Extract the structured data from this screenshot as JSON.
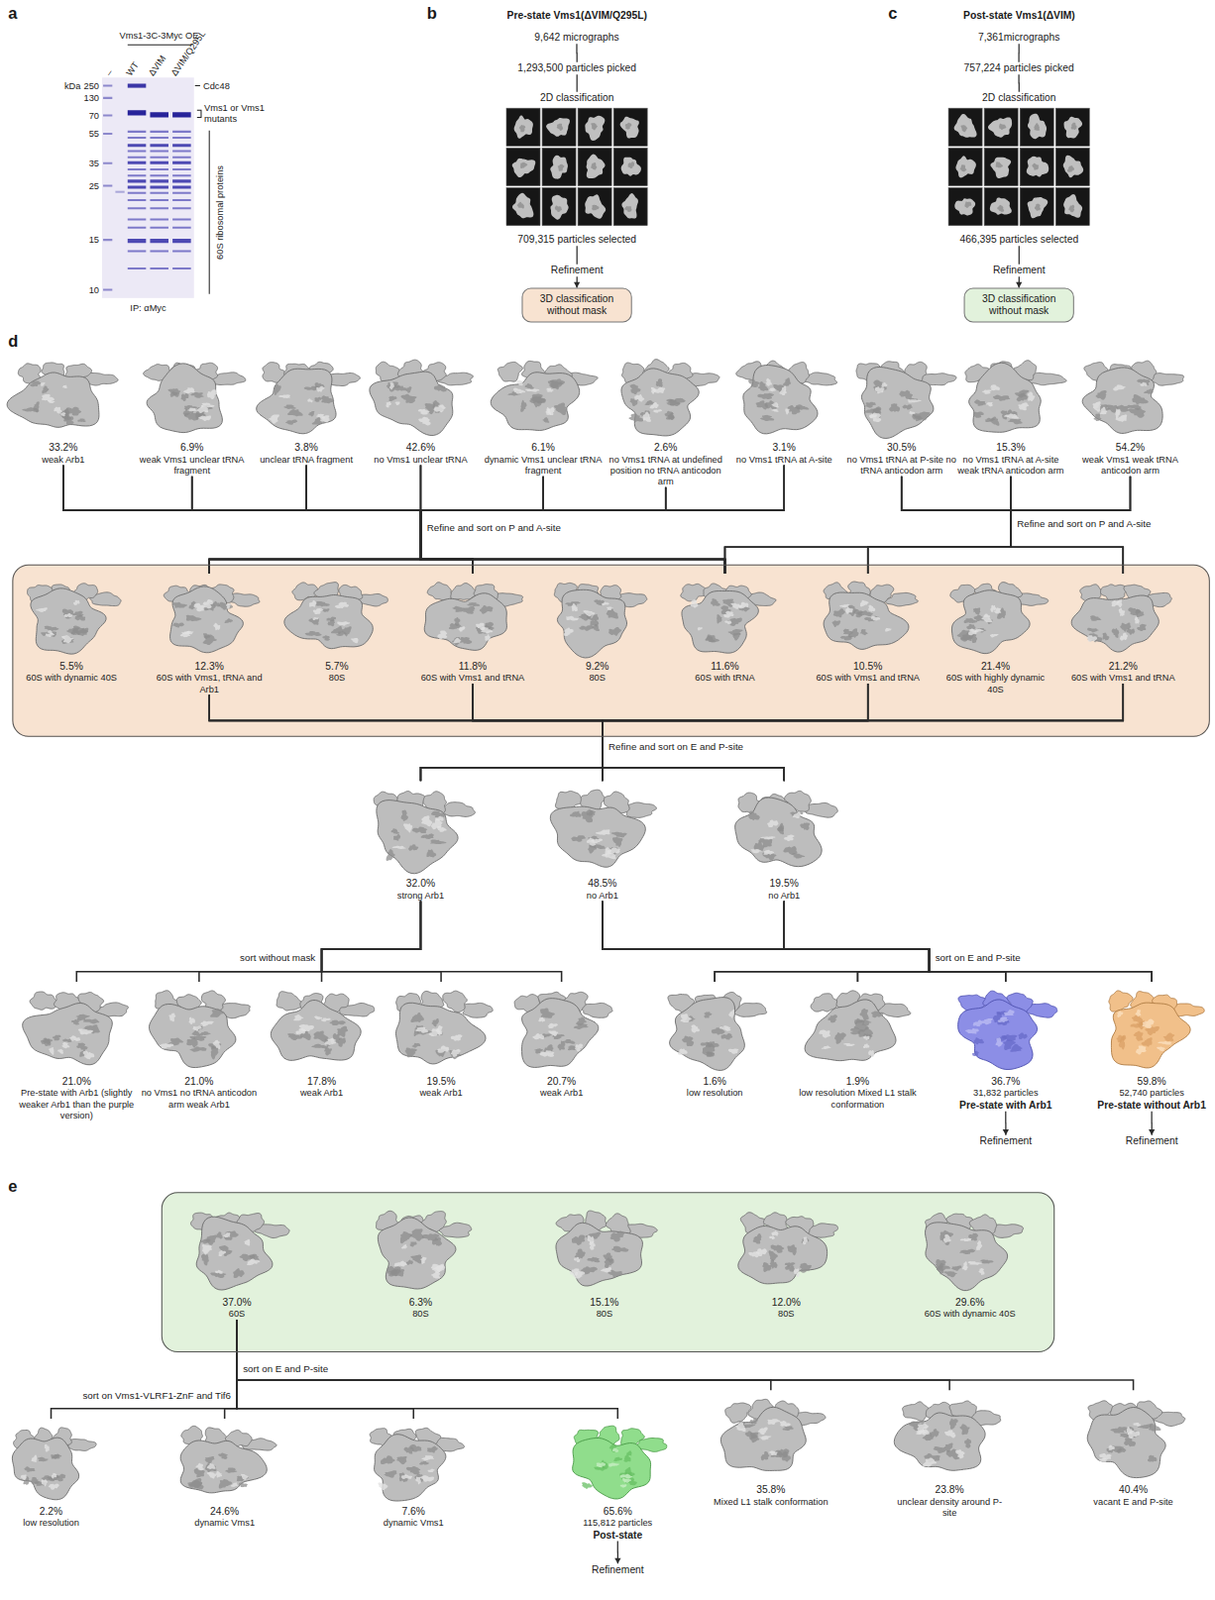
{
  "diagram": {
    "nodes": [
      {
        "text": [
          "9,642 micrographs"
        ]
      },
      {
        "text": [
          "1,293,500 particles picked"
        ]
      },
      {
        "text": [
          "2D classification"
        ]
      },
      {
        "text": [
          "709,315 particles selected"
        ]
      },
      {
        "text": [
          "Refinement"
        ]
      },
      {
        "text": [
          "3D classification without mask"
        ]
      },
      {
        "text": [
          "7,361micrographs"
        ]
      },
      {
        "text": [
          "757,224 particles picked"
        ]
      },
      {
        "text": [
          "2D classification"
        ]
      },
      {
        "text": [
          "466,395 particles selected"
        ]
      },
      {
        "text": [
          "Refinement"
        ]
      },
      {
        "text": [
          "3D classification without mask"
        ]
      },
      {
        "text": [
          "33.2%",
          "weak Arb1"
        ]
      },
      {
        "text": [
          "6.9%",
          "weak Vms1 unclear tRNA fragment"
        ]
      },
      {
        "text": [
          "3.8%",
          "unclear tRNA fragment"
        ]
      },
      {
        "text": [
          "42.6%",
          "no Vms1 unclear tRNA"
        ]
      },
      {
        "text": [
          "6.1%",
          "dynamic Vms1 unclear tRNA fragment"
        ]
      },
      {
        "text": [
          "2.6%",
          "no Vms1 tRNA at undefined position no tRNA anticodon arm"
        ]
      },
      {
        "text": [
          "3.1%",
          "no Vms1 tRNA at A-site"
        ]
      },
      {
        "text": [
          "30.5%",
          "no Vms1 tRNA at P-site no tRNA anticodon arm"
        ]
      },
      {
        "text": [
          "15.3%",
          "no Vms1 tRNA at A-site weak tRNA anticodon arm"
        ]
      },
      {
        "text": [
          "54.2%",
          "weak Vms1 weak tRNA anticodon arm"
        ]
      },
      {
        "text": []
      },
      {
        "text": [
          "5.5%",
          "60S with dynamic 40S"
        ],
        "in": 22
      },
      {
        "text": [
          "12.3%",
          "60S with Vms1, tRNA and Arb1"
        ],
        "in": 22
      },
      {
        "text": [
          "5.7%",
          "80S"
        ],
        "in": 22
      },
      {
        "text": [
          "11.8%",
          "60S with Vms1 and tRNA"
        ],
        "in": 22
      },
      {
        "text": [
          "9.2%",
          "80S"
        ],
        "in": 22
      },
      {
        "text": [
          "11.6%",
          "60S with tRNA"
        ],
        "in": 22
      },
      {
        "text": [
          "10.5%",
          "60S with Vms1 and tRNA"
        ],
        "in": 22
      },
      {
        "text": [
          "21.4%",
          "60S with highly dynamic 40S"
        ],
        "in": 22
      },
      {
        "text": [
          "21.2%",
          "60S with Vms1 and tRNA"
        ],
        "in": 22
      },
      {
        "text": [
          "32.0%",
          "strong Arb1"
        ]
      },
      {
        "text": [
          "48.5%",
          "no Arb1"
        ]
      },
      {
        "text": [
          "19.5%",
          "no Arb1"
        ]
      },
      {
        "text": [
          "21.0%",
          "Pre-state with Arb1 (slightly weaker Arb1 than the purple version)"
        ]
      },
      {
        "text": [
          "21.0%",
          "no Vms1 no tRNA anticodon arm weak Arb1"
        ]
      },
      {
        "text": [
          "17.8%",
          "weak Arb1"
        ]
      },
      {
        "text": [
          "19.5%",
          "weak Arb1"
        ]
      },
      {
        "text": [
          "20.7%",
          "weak Arb1"
        ]
      },
      {
        "text": [
          "1.6%",
          "low resolution"
        ]
      },
      {
        "text": [
          "1.9%",
          "low resolution Mixed L1 stalk conformation"
        ]
      },
      {
        "text": [
          "36.7%",
          "31,832 particles",
          "Pre-state with Arb1"
        ]
      },
      {
        "text": [
          "59.8%",
          "52,740 particles",
          "Pre-state without Arb1"
        ]
      },
      {
        "text": [
          "Refinement"
        ]
      },
      {
        "text": [
          "Refinement"
        ]
      },
      {
        "text": []
      },
      {
        "text": [
          "37.0%",
          "60S"
        ],
        "in": 46
      },
      {
        "text": [
          "6.3%",
          "80S"
        ],
        "in": 46
      },
      {
        "text": [
          "15.1%",
          "80S"
        ],
        "in": 46
      },
      {
        "text": [
          "12.0%",
          "80S"
        ],
        "in": 46
      },
      {
        "text": [
          "29.6%",
          "60S with dynamic 40S"
        ],
        "in": 46
      },
      {
        "text": [
          "2.2%",
          "low resolution"
        ]
      },
      {
        "text": [
          "24.6%",
          "dynamic Vms1"
        ]
      },
      {
        "text": [
          "7.6%",
          "dynamic Vms1"
        ]
      },
      {
        "text": [
          "65.6%",
          "115,812 particles",
          "Post-state"
        ]
      },
      {
        "text": [
          "35.8%",
          "Mixed L1 stalk conformation"
        ]
      },
      {
        "text": [
          "23.8%",
          "unclear density around P-site"
        ]
      },
      {
        "text": [
          "40.4%",
          "vacant E and P-site"
        ]
      },
      {
        "text": [
          "Refinement"
        ]
      }
    ],
    "edges": [
      {
        "from": 0,
        "to": 1,
        "arrow": "none"
      },
      {
        "from": 1,
        "to": 2,
        "arrow": "none"
      },
      {
        "from": 3,
        "to": 4,
        "arrow": "none"
      },
      {
        "from": 4,
        "to": 5,
        "arrow": "to"
      },
      {
        "from": 6,
        "to": 7,
        "arrow": "none"
      },
      {
        "from": 7,
        "to": 8,
        "arrow": "none"
      },
      {
        "from": 9,
        "to": 10,
        "arrow": "none"
      },
      {
        "from": 10,
        "to": 11,
        "arrow": "to"
      },
      {
        "from": 12,
        "to": 24,
        "arrow": "none"
      },
      {
        "from": 12,
        "to": 26,
        "arrow": "none"
      },
      {
        "from": 12,
        "to": 28,
        "arrow": "none"
      },
      {
        "from": 13,
        "to": 24,
        "arrow": "none"
      },
      {
        "from": 13,
        "to": 26,
        "arrow": "none"
      },
      {
        "from": 13,
        "to": 28,
        "arrow": "none"
      },
      {
        "from": 14,
        "to": 24,
        "arrow": "none"
      },
      {
        "from": 14,
        "to": 26,
        "arrow": "none"
      },
      {
        "from": 14,
        "to": 28,
        "arrow": "none"
      },
      {
        "from": 15,
        "to": 24,
        "arrow": "none"
      },
      {
        "from": 15,
        "to": 26,
        "arrow": "none"
      },
      {
        "from": 15,
        "to": 28,
        "arrow": "none"
      },
      {
        "from": 16,
        "to": 24,
        "arrow": "none"
      },
      {
        "from": 16,
        "to": 26,
        "arrow": "none"
      },
      {
        "from": 16,
        "to": 28,
        "arrow": "none"
      },
      {
        "from": 17,
        "to": 24,
        "arrow": "none"
      },
      {
        "from": 17,
        "to": 26,
        "arrow": "none"
      },
      {
        "from": 17,
        "to": 28,
        "arrow": "none"
      },
      {
        "from": 18,
        "to": 24,
        "arrow": "none"
      },
      {
        "from": 18,
        "to": 26,
        "arrow": "none"
      },
      {
        "from": 18,
        "to": 28,
        "arrow": "none"
      },
      {
        "from": 19,
        "to": 28,
        "arrow": "none"
      },
      {
        "from": 19,
        "to": 29,
        "arrow": "none"
      },
      {
        "from": 19,
        "to": 31,
        "arrow": "none"
      },
      {
        "from": 20,
        "to": 28,
        "arrow": "none"
      },
      {
        "from": 20,
        "to": 29,
        "arrow": "none"
      },
      {
        "from": 20,
        "to": 31,
        "arrow": "none"
      },
      {
        "from": 21,
        "to": 28,
        "arrow": "none"
      },
      {
        "from": 21,
        "to": 29,
        "arrow": "none"
      },
      {
        "from": 21,
        "to": 31,
        "arrow": "none"
      },
      {
        "from": 24,
        "to": 32,
        "arrow": "none"
      },
      {
        "from": 24,
        "to": 33,
        "arrow": "none"
      },
      {
        "from": 24,
        "to": 34,
        "arrow": "none"
      },
      {
        "from": 26,
        "to": 32,
        "arrow": "none"
      },
      {
        "from": 26,
        "to": 33,
        "arrow": "none"
      },
      {
        "from": 26,
        "to": 34,
        "arrow": "none"
      },
      {
        "from": 29,
        "to": 32,
        "arrow": "none"
      },
      {
        "from": 29,
        "to": 33,
        "arrow": "none"
      },
      {
        "from": 29,
        "to": 34,
        "arrow": "none"
      },
      {
        "from": 31,
        "to": 32,
        "arrow": "none"
      },
      {
        "from": 31,
        "to": 33,
        "arrow": "none"
      },
      {
        "from": 31,
        "to": 34,
        "arrow": "none"
      },
      {
        "from": 32,
        "to": 35,
        "arrow": "none"
      },
      {
        "from": 32,
        "to": 36,
        "arrow": "none"
      },
      {
        "from": 32,
        "to": 37,
        "arrow": "none"
      },
      {
        "from": 32,
        "to": 38,
        "arrow": "none"
      },
      {
        "from": 32,
        "to": 39,
        "arrow": "none"
      },
      {
        "from": 33,
        "to": 40,
        "arrow": "none"
      },
      {
        "from": 33,
        "to": 41,
        "arrow": "none"
      },
      {
        "from": 33,
        "to": 42,
        "arrow": "none"
      },
      {
        "from": 33,
        "to": 43,
        "arrow": "none"
      },
      {
        "from": 34,
        "to": 40,
        "arrow": "none"
      },
      {
        "from": 34,
        "to": 41,
        "arrow": "none"
      },
      {
        "from": 34,
        "to": 42,
        "arrow": "none"
      },
      {
        "from": 34,
        "to": 43,
        "arrow": "none"
      },
      {
        "from": 42,
        "to": 44,
        "arrow": "to"
      },
      {
        "from": 43,
        "to": 45,
        "arrow": "to"
      },
      {
        "from": 47,
        "to": 52,
        "arrow": "none"
      },
      {
        "from": 47,
        "to": 53,
        "arrow": "none"
      },
      {
        "from": 47,
        "to": 54,
        "arrow": "none"
      },
      {
        "from": 47,
        "to": 55,
        "arrow": "none"
      },
      {
        "from": 47,
        "to": 56,
        "arrow": "none"
      },
      {
        "from": 47,
        "to": 57,
        "arrow": "none"
      },
      {
        "from": 47,
        "to": 58,
        "arrow": "none"
      },
      {
        "from": 55,
        "to": 59,
        "arrow": "to"
      }
    ],
    "labels": [
      "a",
      "b",
      "c",
      "d",
      "e",
      "Vms1-3C-3Myc OE",
      "–",
      "WT",
      "ΔVIM",
      "ΔVIM/Q295L",
      "kDa",
      "250",
      "130",
      "70",
      "55",
      "35",
      "25",
      "15",
      "10",
      "Cdc48",
      "Vms1 or Vms1 mutants",
      "60S ribosomal proteins",
      "IP: αMyc",
      "Pre-state Vms1(ΔVIM/Q295L)",
      "Post-state Vms1(ΔVIM)",
      "Refine and sort on P and A-site",
      "Refine and sort on P and A-site",
      "Refine and sort on E and P-site",
      "sort without mask",
      "sort on E and P-site",
      "sort on E and P-site",
      "sort on Vms1-VLRF1-ZnF and Tif6"
    ]
  }
}
